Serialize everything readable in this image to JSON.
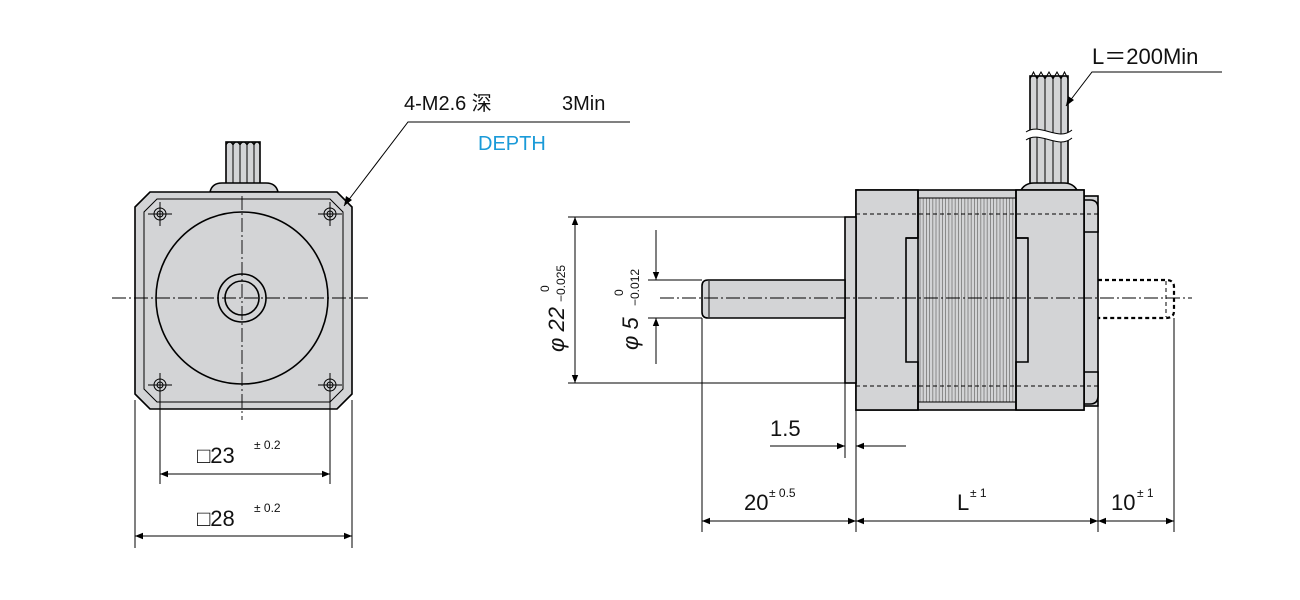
{
  "annotations": {
    "tap_spec": "4-M2.6 深",
    "tap_depth_value": "3Min",
    "tap_depth_label": "DEPTH",
    "lead_length": "L＝200Min"
  },
  "front_view": {
    "dim_inner_sq": "□23",
    "dim_inner_tol": "± 0.2",
    "dim_outer_sq": "□28",
    "dim_outer_tol": "± 0.2"
  },
  "side_view": {
    "flange_dia": "φ 22",
    "flange_tol_upper": "0",
    "flange_tol_lower": "−0.025",
    "shaft_dia": "φ 5",
    "shaft_tol_upper": "0",
    "shaft_tol_lower": "−0.012",
    "pilot_len": "1.5",
    "shaft_len": "20",
    "shaft_len_tol": "± 0.5",
    "body_len": "L",
    "body_len_tol": "± 1",
    "rear_len": "10",
    "rear_len_tol": "± 1"
  },
  "colors": {
    "body": "#d3d4d6",
    "depth_label": "#1a9ad8"
  }
}
